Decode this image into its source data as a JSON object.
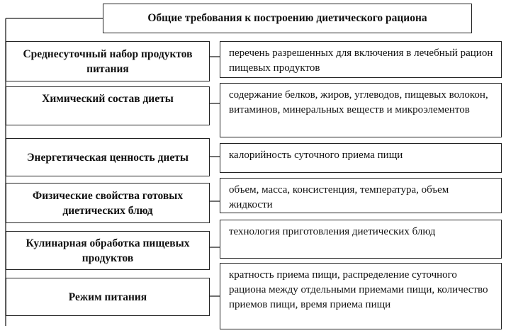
{
  "title": "Общие требования к построению диетического рациона",
  "rows": [
    {
      "category": "Среднесуточный набор продуктов питания",
      "description": "перечень разрешенных для включения в лечебный рацион пищевых продуктов"
    },
    {
      "category": "Химический состав диеты",
      "description": "содержание белков, жиров, углеводов, пищевых волокон, витаминов, минеральных веществ и микроэлементов"
    },
    {
      "category": "Энергетическая ценность диеты",
      "description": "калорийность суточного приема пищи"
    },
    {
      "category": "Физические свойства готовых диетических блюд",
      "description": "объем, масса, консистенция, температура, объем жидкости"
    },
    {
      "category": "Кулинарная обработка пищевых продуктов",
      "description": "технология приготовления диетических блюд"
    },
    {
      "category": "Режим питания",
      "description": "кратность приема пищи, распределение суточного рациона между отдельными приемами пищи, количество приемов пищи, время приема пищи"
    }
  ]
}
